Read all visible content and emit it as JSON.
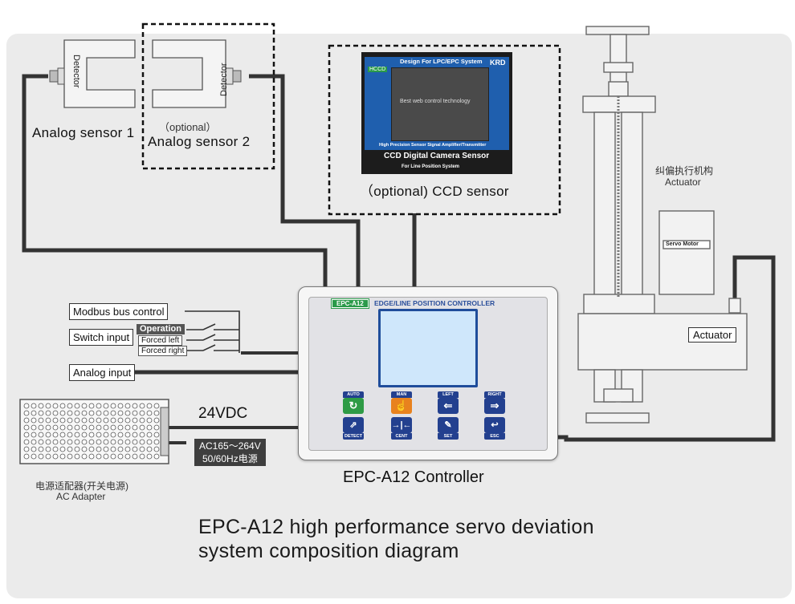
{
  "title": {
    "line1": "EPC-A12 high performance servo deviation",
    "line2": "system composition diagram"
  },
  "sensors": {
    "detector_text": "Detector",
    "sensor1_label": "Analog  sensor 1",
    "sensor2_optional": "（optional）",
    "sensor2_label": "Analog  sensor 2",
    "ccd_label": "（optional) CCD sensor"
  },
  "ccd_image": {
    "hccd": "HCCD",
    "header": "Design For LPC/EPC System",
    "brand": "KRD",
    "screen_text": "Best web control technology",
    "bar_text": "High Precision Sensor Signal Amplifier/Transmitter",
    "name": "CCD Digital Camera Sensor",
    "subname": "For Line Position System"
  },
  "inputs": {
    "modbus": "Modbus bus control",
    "switch": "Switch input",
    "operation": "Operation",
    "forced_left": "Forced left",
    "forced_right": "Forced right",
    "analog": "Analog input"
  },
  "power": {
    "voltage": "24VDC",
    "ac_line1": "AC165～264V",
    "ac_line2": "50/60Hz电源",
    "adapter_cn": "电源适配器(开关电源)",
    "adapter_en": "AC Adapter"
  },
  "controller": {
    "badge": "EPC-A12",
    "header": "EDGE/LINE POSITION CONTROLLER",
    "label": "EPC-A12 Controller",
    "keys": [
      {
        "top": "AUTO",
        "bottom": "DETECT",
        "color": "#2e9b46",
        "glyph": "↻",
        "glyph2": "⇗"
      },
      {
        "top": "MAN",
        "bottom": "CENT",
        "color": "#e8821e",
        "glyph": "☝",
        "glyph2": "→|←"
      },
      {
        "top": "LEFT",
        "bottom": "SET",
        "color": "#23408f",
        "glyph": "⇐",
        "glyph2": "✎"
      },
      {
        "top": "RIGHT",
        "bottom": "ESC",
        "color": "#23408f",
        "glyph": "⇒",
        "glyph2": "↩"
      }
    ]
  },
  "actuator": {
    "cn": "纠偏执行机构",
    "en": "Actuator",
    "servo": "Servo Motor",
    "box_label": "Actuator"
  },
  "colors": {
    "wire": "#333333",
    "panel": "#ebebeb",
    "accent_blue": "#1f4d9b",
    "accent_green": "#2a9a4a"
  }
}
